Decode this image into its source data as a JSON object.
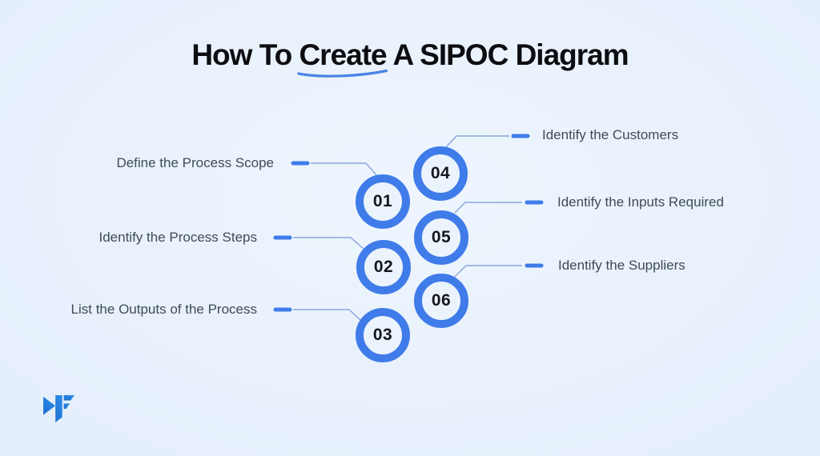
{
  "title": {
    "prefix": "How To ",
    "highlight": "Create",
    "suffix": " A SIPOC Diagram"
  },
  "steps": [
    {
      "number": "01",
      "label": "Define the Process Scope",
      "side": "left"
    },
    {
      "number": "02",
      "label": "Identify the Process Steps",
      "side": "left"
    },
    {
      "number": "03",
      "label": "List the Outputs of the Process",
      "side": "left"
    },
    {
      "number": "04",
      "label": "Identify the Customers",
      "side": "right"
    },
    {
      "number": "05",
      "label": "Identify the Inputs Required",
      "side": "right"
    },
    {
      "number": "06",
      "label": "Identify the Suppliers",
      "side": "right"
    }
  ],
  "colors": {
    "background": "#e4eefb",
    "accent": "#3f7ce9",
    "line": "#8aa6de",
    "label_text": "#3f4b59",
    "title_text": "#0c0d10",
    "underline": "#4b82e6",
    "logo_dark": "#1e6fd0",
    "logo_light": "#2e8fe8"
  },
  "logo": {
    "name": "MF brand mark"
  }
}
